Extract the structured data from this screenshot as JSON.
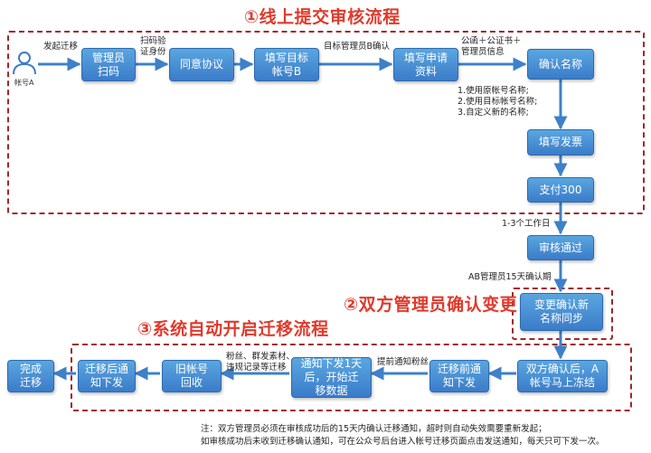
{
  "titles": {
    "section1": "①线上提交审核流程",
    "section2": "②双方管理员确认变更",
    "section3": "③系统自动开启迁移流程"
  },
  "user": {
    "label": "帐号A"
  },
  "nodes": {
    "admin_scan": "管理员\n扫码",
    "agree": "同意协议",
    "fill_target": "填写目标\n帐号B",
    "fill_info": "填写申请\n资料",
    "confirm_name": "确认名称",
    "invoice": "填写发票",
    "pay": "支付300",
    "approved": "审核通过",
    "change_confirm": "变更确认新\n名称同步",
    "both_confirm": "双方确认后，A\n帐号马上冻结",
    "pre_notice": "迁移前通\n知下发",
    "notice_start": "通知下发1天\n后，开始迁\n移数据",
    "old_recycle": "旧帐号\n回收",
    "post_notice": "迁移后通\n知下发",
    "done": "完成\n迁移"
  },
  "labels": {
    "initiate": "发起迁移",
    "scan_verify": "扫码验\n证身份",
    "target_admin_confirm": "目标管理员B确认",
    "letters": "公函＋公证书＋\n管理员信息",
    "name_options": "1.使用原帐号名称;\n2.使用目标帐号名称;\n3.自定义新的名称;",
    "workdays": "1-3个工作日",
    "ab_confirm": "AB管理员15天确认期",
    "advance_notice": "提前通知粉丝",
    "migrate_items": "粉丝、群发素材、\n违规记录等迁移"
  },
  "notes": {
    "line1": "注：双方管理员必须在审核成功后的15天内确认迁移通知，超时则自动失效需要重新发起；",
    "line2": "如审核成功后未收到迁移确认通知，可在公众号后台进入帐号迁移页面点击发送通知，每天只可下发一次。"
  },
  "colors": {
    "node": "#3b7cc9",
    "dash": "#a1262a",
    "title": "#e03a2c",
    "arrow": "#3f80c8"
  }
}
